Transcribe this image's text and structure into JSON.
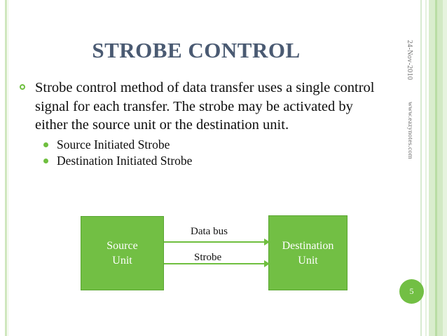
{
  "slide": {
    "title": "STROBE CONTROL",
    "number": "5",
    "accent_green": "#72bf44",
    "bullet_green": "#6fbf3f",
    "title_color": "#4a5a72",
    "frame_green": "#cfe7bd"
  },
  "content": {
    "main_bullet": "Strobe control method of data transfer uses a single control signal for each transfer. The strobe may be activated by either the source unit or the destination unit.",
    "sub_bullets": [
      {
        "label": "Source Initiated Strobe"
      },
      {
        "label": "Destination Initiated Strobe"
      }
    ]
  },
  "diagram": {
    "source_box": "Source\nUnit",
    "source_box_line1": "Source",
    "source_box_line2": "Unit",
    "destination_box_line1": "Destination",
    "destination_box_line2": "Unit",
    "arrows": [
      {
        "label": "Data bus"
      },
      {
        "label": "Strobe"
      }
    ]
  },
  "sidebar": {
    "date": "24-Nov-2010",
    "website": "www.eazynotes.com"
  }
}
